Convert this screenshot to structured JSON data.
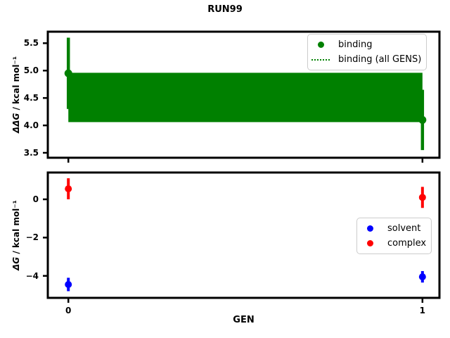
{
  "figure": {
    "title": "RUN99",
    "background": "#ffffff"
  },
  "colors": {
    "binding": "#008000",
    "solvent": "#0000ff",
    "complex": "#ff0000",
    "spine": "#000000",
    "legend_border": "#cccccc"
  },
  "chart_data": [
    {
      "type": "scatter",
      "title": "RUN99",
      "ylabel": "ΔΔG / kcal mol⁻¹",
      "ylabel_math": "ΔΔG",
      "ylabel_units": " / kcal mol⁻¹",
      "x": [
        0,
        1
      ],
      "xlim": [
        -0.058,
        1.048
      ],
      "ylim": [
        3.41,
        5.71
      ],
      "xticks": [
        0,
        1
      ],
      "yticks": [
        3.5,
        4.0,
        4.5,
        5.0,
        5.5
      ],
      "ytick_labels": [
        "3.5",
        "4.0",
        "4.5",
        "5.0",
        "5.5"
      ],
      "grid": false,
      "series": [
        {
          "name": "binding",
          "color": "#008000",
          "marker": "circle",
          "values": [
            4.95,
            4.1
          ],
          "errors": [
            0.65,
            0.55
          ]
        },
        {
          "name": "binding (all GENS)",
          "color": "#008000",
          "style": "dotted",
          "value": 4.51,
          "band": [
            4.06,
            4.96
          ],
          "band_x": [
            0,
            1
          ]
        }
      ],
      "legend": {
        "position": "upper right",
        "entries": [
          {
            "label": "binding",
            "marker": "dot",
            "color": "#008000"
          },
          {
            "label": "binding (all GENS)",
            "marker": "dotted-line",
            "color": "#008000"
          }
        ]
      }
    },
    {
      "type": "scatter",
      "xlabel": "GEN",
      "ylabel": "ΔG / kcal mol⁻¹",
      "ylabel_math": "ΔG",
      "ylabel_units": " / kcal mol⁻¹",
      "x": [
        0,
        1
      ],
      "xlim": [
        -0.058,
        1.048
      ],
      "ylim": [
        -5.15,
        1.4
      ],
      "xticks": [
        0,
        1
      ],
      "xtick_labels": [
        "0",
        "1"
      ],
      "yticks": [
        -4,
        -2,
        0
      ],
      "ytick_labels": [
        "−4",
        "−2",
        "0"
      ],
      "grid": false,
      "series": [
        {
          "name": "solvent",
          "color": "#0000ff",
          "marker": "circle",
          "values": [
            -4.45,
            -4.05
          ],
          "errors": [
            0.35,
            0.3
          ]
        },
        {
          "name": "complex",
          "color": "#ff0000",
          "marker": "circle",
          "values": [
            0.55,
            0.1
          ],
          "errors": [
            0.55,
            0.55
          ]
        }
      ],
      "legend": {
        "position": "center right",
        "entries": [
          {
            "label": "solvent",
            "marker": "dot",
            "color": "#0000ff"
          },
          {
            "label": "complex",
            "marker": "dot",
            "color": "#ff0000"
          }
        ]
      }
    }
  ]
}
